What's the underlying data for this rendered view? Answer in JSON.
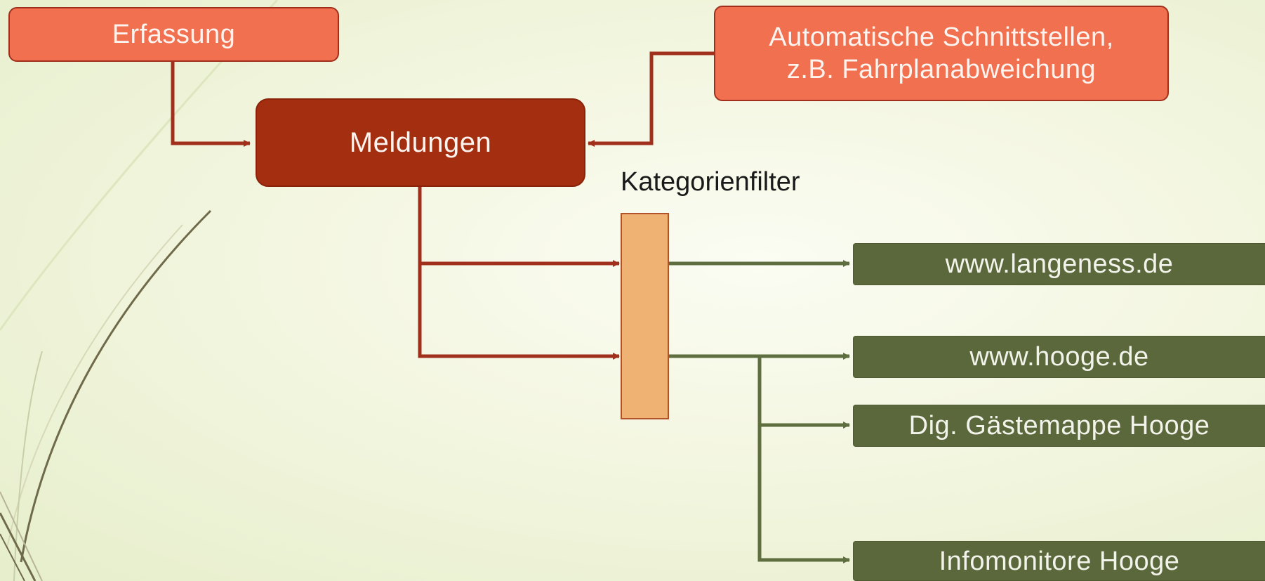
{
  "nodes": {
    "erfassung": "Erfassung",
    "schnittstellen_line1": "Automatische Schnittstellen,",
    "schnittstellen_line2": "z.B. Fahrplanabweichung",
    "meldungen": "Meldungen",
    "kategorienfilter": "Kategorienfilter"
  },
  "outputs": [
    "www.langeness.de",
    "www.hooge.de",
    "Dig. Gästemappe Hooge",
    "Infomonitore Hooge"
  ],
  "colors": {
    "source_box": "#f07050",
    "meldungen_box": "#a42e10",
    "red_connector": "#a0301c",
    "filter_bar": "#f0b273",
    "output_box": "#5b683c",
    "green_connector": "#5e6e3f"
  }
}
